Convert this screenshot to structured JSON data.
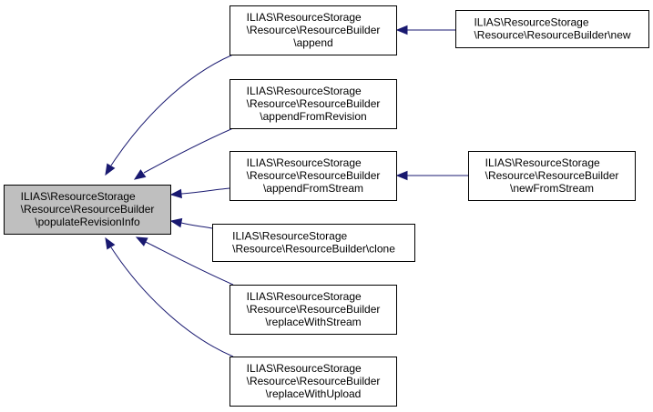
{
  "colors": {
    "focus_fill": "#bfbfbf",
    "node_fill": "#ffffff",
    "border": "#000000",
    "edge": "#191970"
  },
  "nodes": {
    "populate_revision_info": {
      "lines": [
        "ILIAS\\ResourceStorage",
        "\\Resource\\ResourceBuilder",
        "\\populateRevisionInfo"
      ],
      "highlighted": true
    },
    "append": {
      "lines": [
        "ILIAS\\ResourceStorage",
        "\\Resource\\ResourceBuilder",
        "\\append"
      ]
    },
    "new": {
      "lines": [
        "ILIAS\\ResourceStorage",
        "\\Resource\\ResourceBuilder\\new"
      ]
    },
    "append_from_revision": {
      "lines": [
        "ILIAS\\ResourceStorage",
        "\\Resource\\ResourceBuilder",
        "\\appendFromRevision"
      ]
    },
    "append_from_stream": {
      "lines": [
        "ILIAS\\ResourceStorage",
        "\\Resource\\ResourceBuilder",
        "\\appendFromStream"
      ]
    },
    "new_from_stream": {
      "lines": [
        "ILIAS\\ResourceStorage",
        "\\Resource\\ResourceBuilder",
        "\\newFromStream"
      ]
    },
    "clone": {
      "lines": [
        "ILIAS\\ResourceStorage",
        "\\Resource\\ResourceBuilder\\clone"
      ]
    },
    "replace_with_stream": {
      "lines": [
        "ILIAS\\ResourceStorage",
        "\\Resource\\ResourceBuilder",
        "\\replaceWithStream"
      ]
    },
    "replace_with_upload": {
      "lines": [
        "ILIAS\\ResourceStorage",
        "\\Resource\\ResourceBuilder",
        "\\replaceWithUpload"
      ]
    }
  },
  "edges": [
    {
      "from": "append",
      "to": "populate_revision_info"
    },
    {
      "from": "append_from_revision",
      "to": "populate_revision_info"
    },
    {
      "from": "append_from_stream",
      "to": "populate_revision_info"
    },
    {
      "from": "clone",
      "to": "populate_revision_info"
    },
    {
      "from": "replace_with_stream",
      "to": "populate_revision_info"
    },
    {
      "from": "replace_with_upload",
      "to": "populate_revision_info"
    },
    {
      "from": "new",
      "to": "append"
    },
    {
      "from": "new_from_stream",
      "to": "append_from_stream"
    }
  ]
}
